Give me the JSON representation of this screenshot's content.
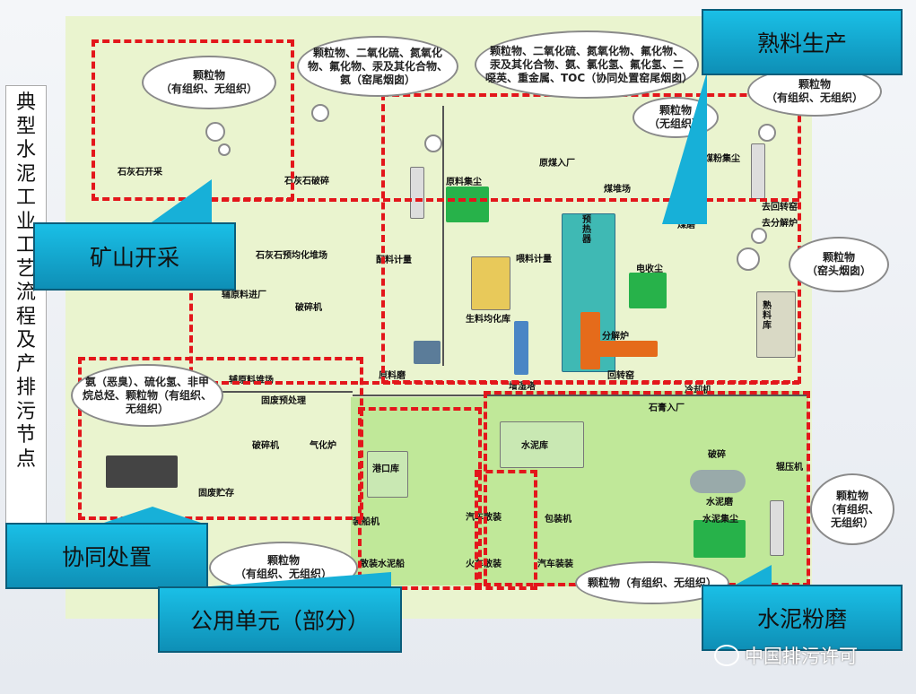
{
  "title": "典型水泥工业工艺流程及产排污节点",
  "callouts": {
    "mining": "矿山开采",
    "clinker": "熟料生产",
    "co_processing": "协同处置",
    "utility": "公用单元（部分）",
    "grinding": "水泥粉磨"
  },
  "clouds": {
    "c1": "颗粒物\n（有组织、无组织）",
    "c2": "颗粒物、二氧化硫、氮氧化物、氟化物、汞及其化合物、氨（窑尾烟囱）",
    "c3": "颗粒物、二氧化硫、氮氧化物、氟化物、汞及其化合物、氨、氯化氢、氟化氢、二噁英、重金属、TOC（协同处置窑尾烟囱）",
    "c4": "颗粒物\n（有组织、无组织）",
    "c5": "颗粒物\n（无组织）",
    "c6": "颗粒物\n（窑头烟囱）",
    "c7": "氨（恶臭）、硫化氢、非甲烷总烃、颗粒物（有组织、无组织）",
    "c8": "颗粒物\n（有组织、\n无组织）",
    "c9": "颗粒物\n（有组织、无组织）",
    "c10": "颗粒物（有组织、无组织）"
  },
  "labels": {
    "limestone_mining": "石灰石开采",
    "limestone_crush": "石灰石破碎",
    "limestone_pre": "石灰石预均化堆场",
    "aux_in": "辅原料进厂",
    "crusher": "破碎机",
    "aux_pile": "辅原料堆场",
    "batching": "配料计量",
    "raw_dust": "原料集尘",
    "raw_homog": "生料均化库",
    "raw_mill": "原料磨",
    "feed_meter": "喂料计量",
    "humid_tower": "增湿塔",
    "coal_in": "原煤入厂",
    "coal_yard": "煤堆场",
    "coal_mill": "煤磨",
    "coal_dust": "煤粉集尘",
    "to_kiln": "去回转窑",
    "to_calciner": "去分解炉",
    "preheater": "预热器",
    "elec_dust": "电收尘",
    "calciner": "分解炉",
    "kiln": "回转窑",
    "cooler": "冷却机",
    "clinker_silo": "熟料库",
    "solid_pre": "固废预处理",
    "solid_crusher": "破碎机",
    "gasifier": "气化炉",
    "solid_store": "固废贮存",
    "port_silo": "港口库",
    "ship_loader": "装船机",
    "bulk_ship": "散装水泥船",
    "truck_bulk": "汽车散装",
    "train_bulk": "火车散装",
    "cement_silo": "水泥库",
    "packer": "包装机",
    "truck_load": "汽车装装",
    "gypsum_in": "石膏入厂",
    "g_crush": "破碎",
    "roller_press": "辊压机",
    "cement_mill": "水泥磨",
    "cement_dust": "水泥集尘"
  },
  "watermark": "中国排污许可",
  "colors": {
    "dash": "#e3161b",
    "callout": "#17b0d8",
    "zone": "#b9e58f"
  }
}
